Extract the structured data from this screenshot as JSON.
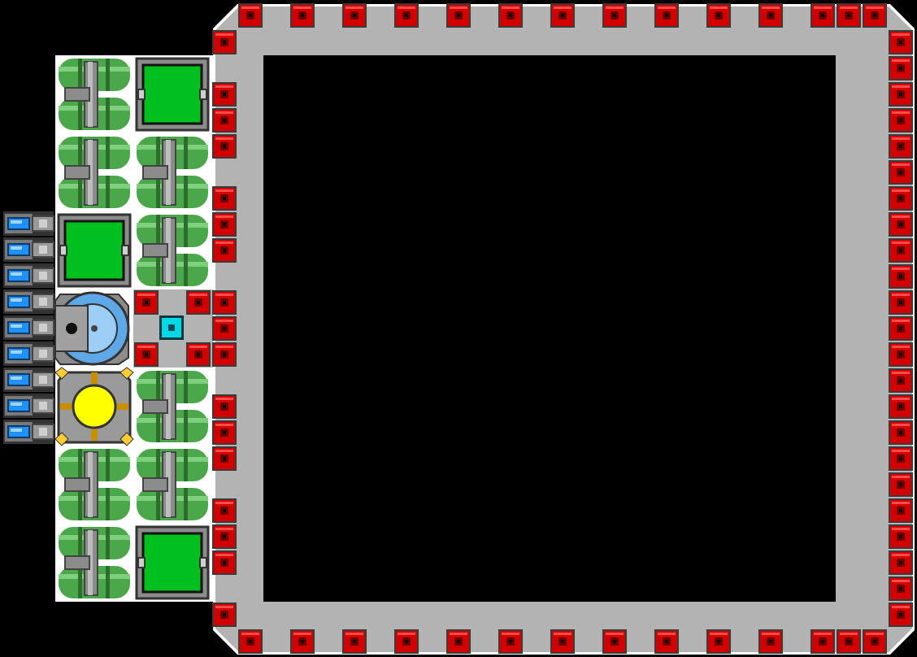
{
  "scene": {
    "description_name": "starship-builder-view",
    "palette": {
      "background": "#000000",
      "hull": "#b3b3b3",
      "hull_edge": "#d0d0d0",
      "armor_red": "#d40000",
      "armor_dark": "#5a0000",
      "tank_green": "#4aa84a",
      "tank_dark": "#2c6e2c",
      "pipe_gray": "#8c8c8c",
      "container_green": "#00c020",
      "thruster_blue": "#1e90ff",
      "reactor_yellow": "#ffff00",
      "cyan_core": "#00d8e8"
    }
  },
  "modules": {
    "containers": 3,
    "engines_visible": 9,
    "reactor": "yellow-reactor",
    "dome": "shield-dome",
    "core": "command-core"
  }
}
